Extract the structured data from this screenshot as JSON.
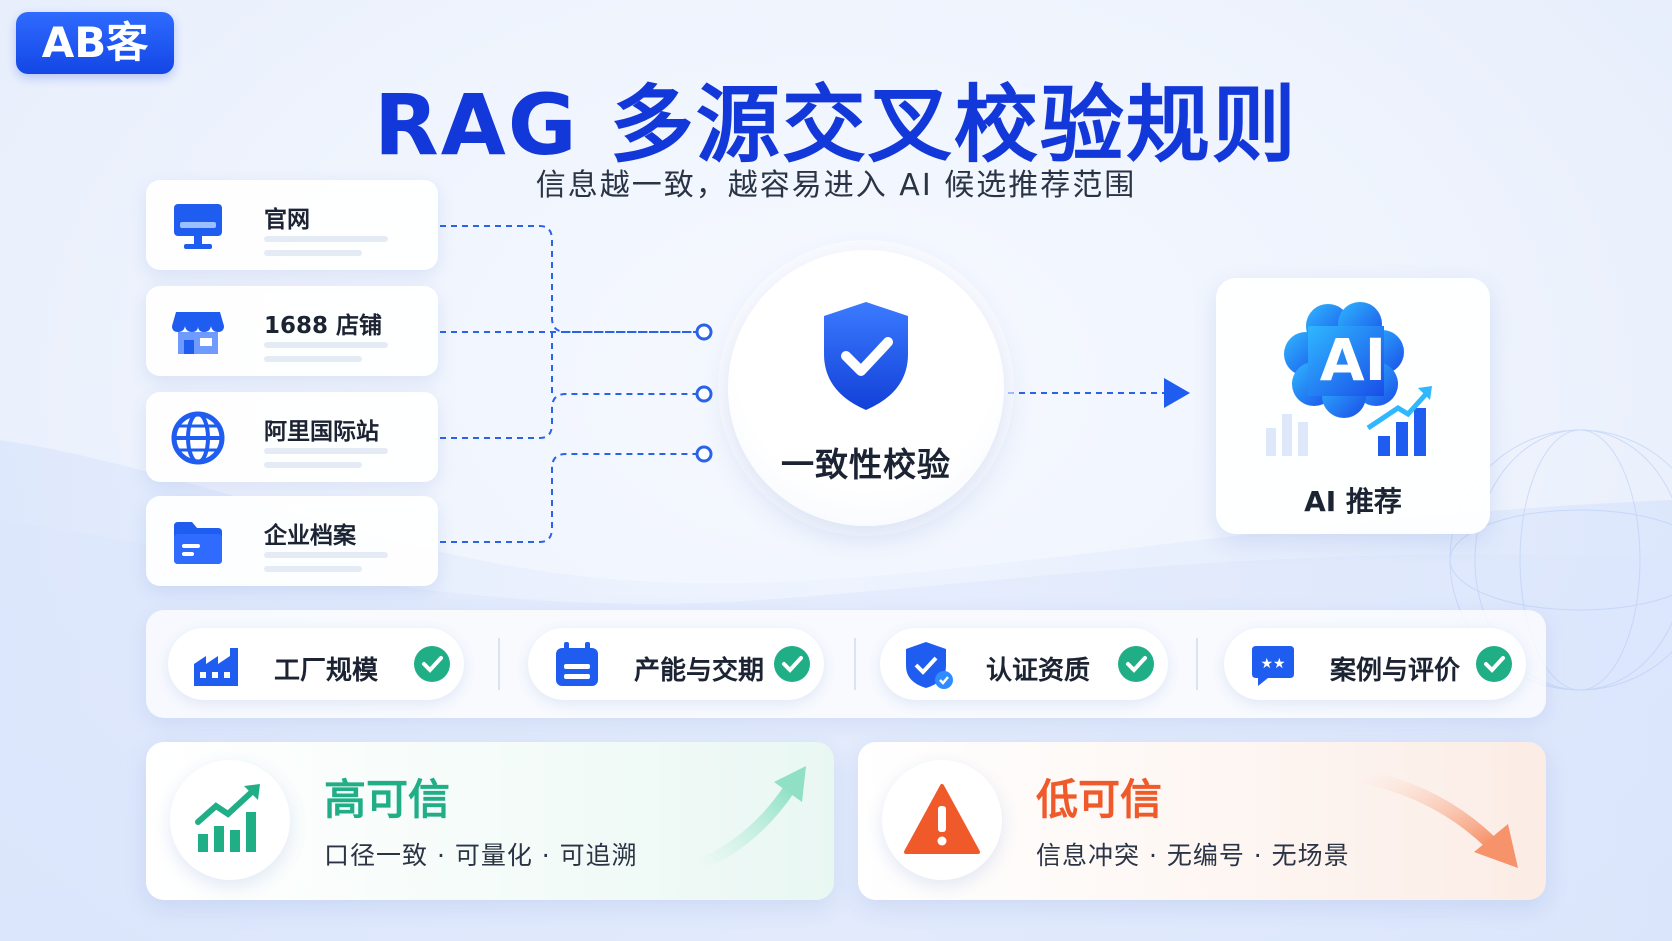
{
  "brand": {
    "logo_text": "AB客"
  },
  "header": {
    "title": "RAG 多源交叉校验规则",
    "subtitle": "信息越一致，越容易进入 AI 候选推荐范围"
  },
  "sources": [
    {
      "label": "官网",
      "icon": "monitor-icon"
    },
    {
      "label": "1688 店铺",
      "icon": "store-icon"
    },
    {
      "label": "阿里国际站",
      "icon": "globe-icon"
    },
    {
      "label": "企业档案",
      "icon": "folder-icon"
    }
  ],
  "center": {
    "label": "一致性校验",
    "icon": "shield-check-icon"
  },
  "output": {
    "label": "AI 推荐",
    "badge_text": "AI",
    "icon": "ai-brain-growth-icon"
  },
  "checks": [
    {
      "label": "工厂规模",
      "icon": "factory-icon"
    },
    {
      "label": "产能与交期",
      "icon": "calendar-icon"
    },
    {
      "label": "认证资质",
      "icon": "certified-shield-icon"
    },
    {
      "label": "案例与评价",
      "icon": "review-stars-icon"
    }
  ],
  "outcomes": {
    "high": {
      "title": "高可信",
      "desc": "口径一致 · 可量化 · 可追溯",
      "icon": "chart-up-icon"
    },
    "low": {
      "title": "低可信",
      "desc": "信息冲突 · 无编号 · 无场景",
      "icon": "warning-icon"
    }
  },
  "colors": {
    "primary": "#1238d9",
    "accent_blue": "#1f5cf0",
    "good_green": "#1fae86",
    "bad_orange": "#f05a2a"
  }
}
